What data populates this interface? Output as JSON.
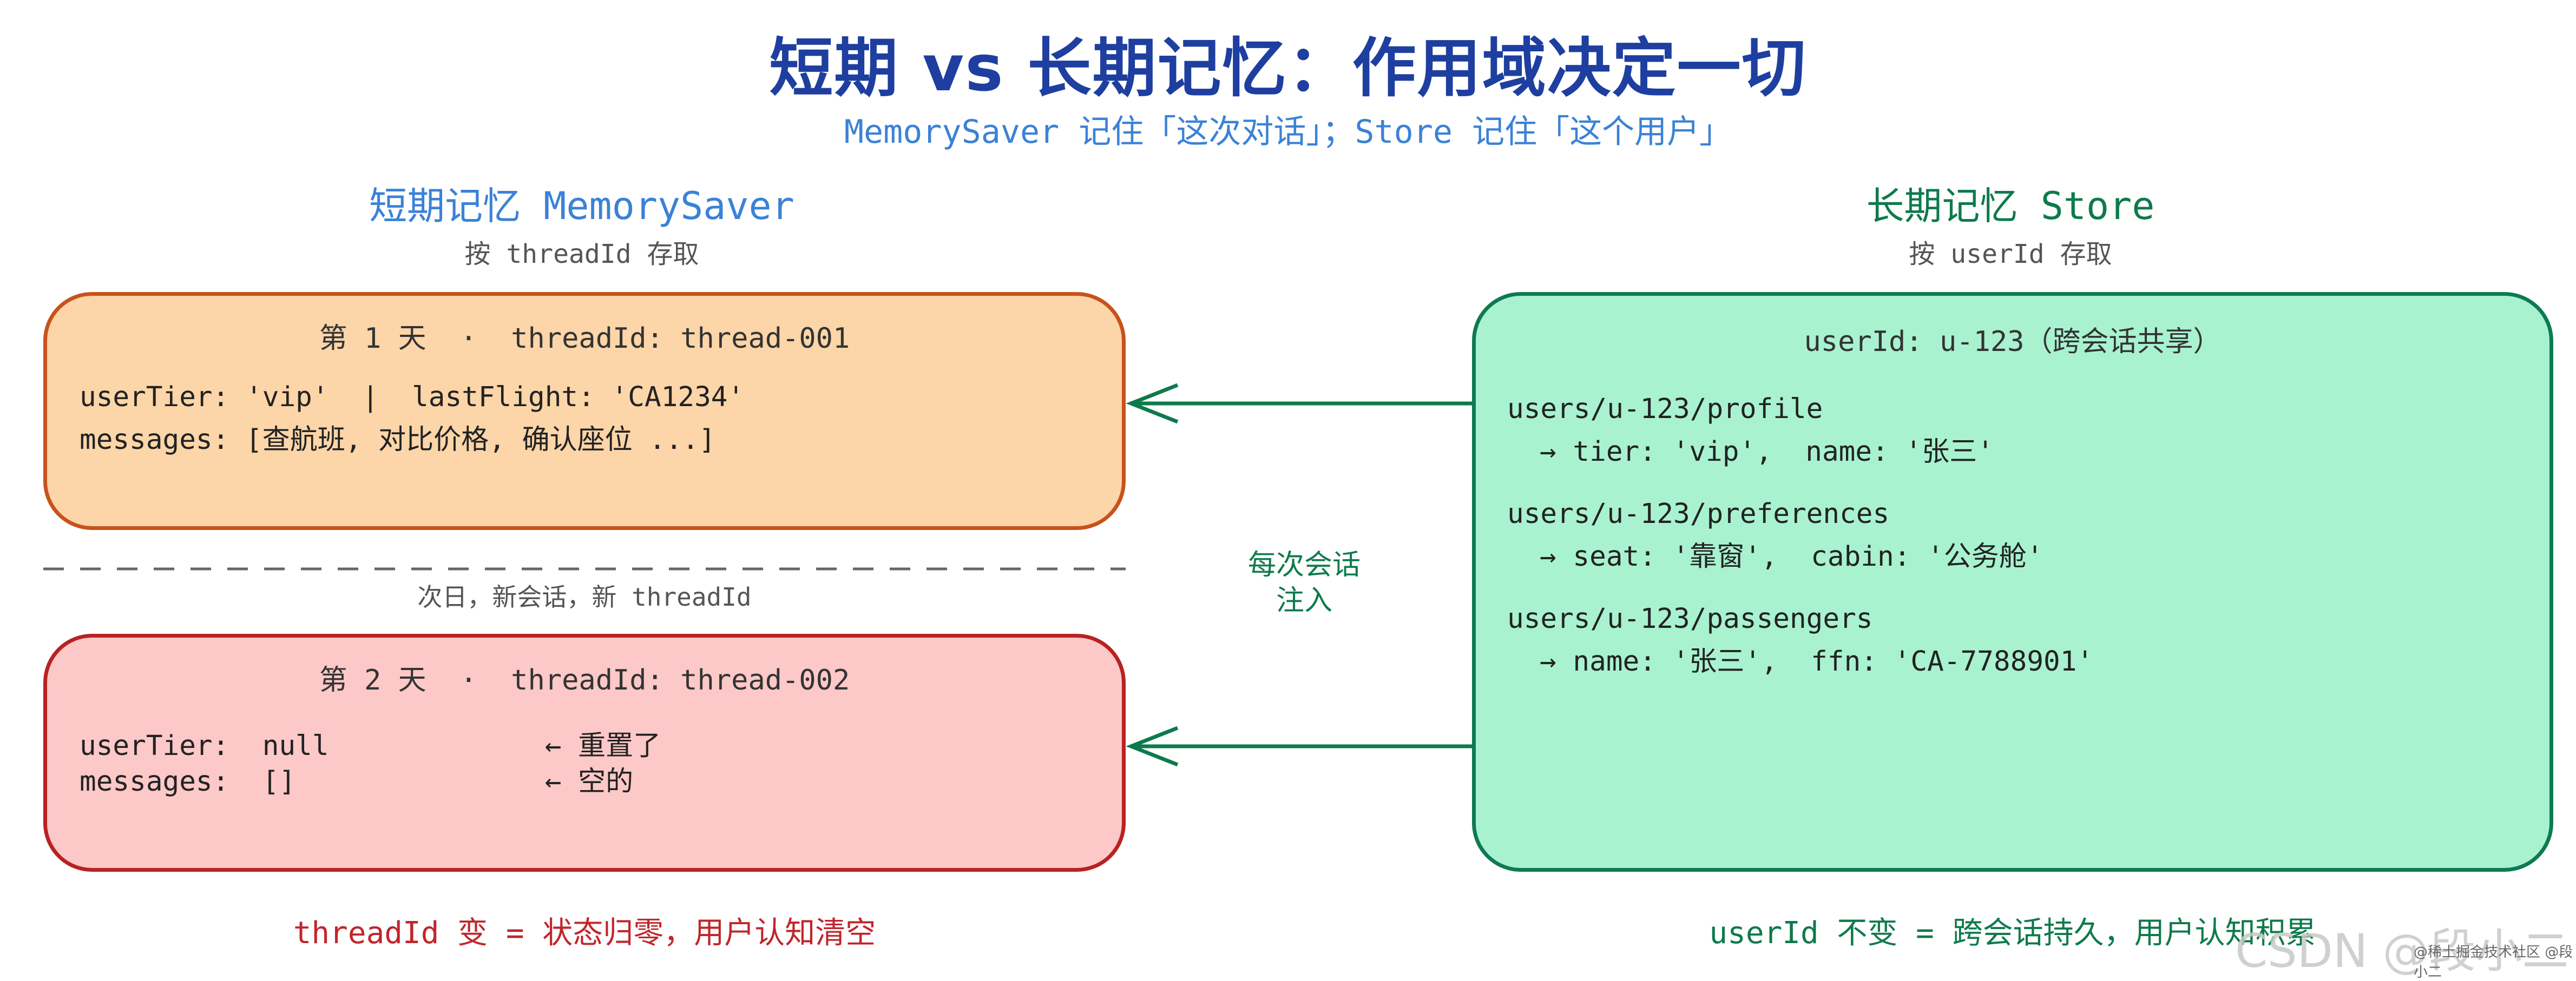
{
  "title": "短期 vs 长期记忆：作用域决定一切",
  "subtitle": "MemorySaver 记住「这次对话」；Store 记住「这个用户」",
  "left_panel": {
    "heading": "短期记忆 MemorySaver",
    "sub": "按 threadId 存取",
    "day1": {
      "header": "第 1 天  ·  threadId: thread-001",
      "line1": "userTier: 'vip'  |  lastFlight: 'CA1234'",
      "line2": "messages: [查航班, 对比价格, 确认座位 ...]"
    },
    "separator_label": "次日，新会话，新 threadId",
    "day2": {
      "header": "第 2 天  ·  threadId: thread-002",
      "line1": "userTier:  null             ← 重置了",
      "line2": "messages:  []               ← 空的"
    },
    "footer": "threadId 变 = 状态归零，用户认知清空"
  },
  "right_panel": {
    "heading": "长期记忆 Store",
    "sub": "按 userId 存取",
    "store": {
      "header": "userId: u-123（跨会话共享）",
      "entries": [
        {
          "path": "users/u-123/profile",
          "value": "→ tier: 'vip',  name: '张三'"
        },
        {
          "path": "users/u-123/preferences",
          "value": "→ seat: '靠窗',  cabin: '公务舱'"
        },
        {
          "path": "users/u-123/passengers",
          "value": "→ name: '张三',  ffn: 'CA-7788901'"
        }
      ]
    },
    "footer": "userId 不变 = 跨会话持久，用户认知积累"
  },
  "inject_label": {
    "line1": "每次会话",
    "line2": "注入"
  },
  "watermark": "CSDN @段小二",
  "watermark_small": "@稀土掘金技术社区 @段小二",
  "colors": {
    "title": "#1e3fa0",
    "short_term": "#3b82d6",
    "long_term": "#0e7a4c",
    "day1_fill": "#fcd5a8",
    "day1_border": "#c8521c",
    "day2_fill": "#fcc8c8",
    "day2_border": "#b82222",
    "store_fill": "#a8f2d0",
    "store_border": "#0e7a54",
    "arrow": "#0e7a4c"
  }
}
